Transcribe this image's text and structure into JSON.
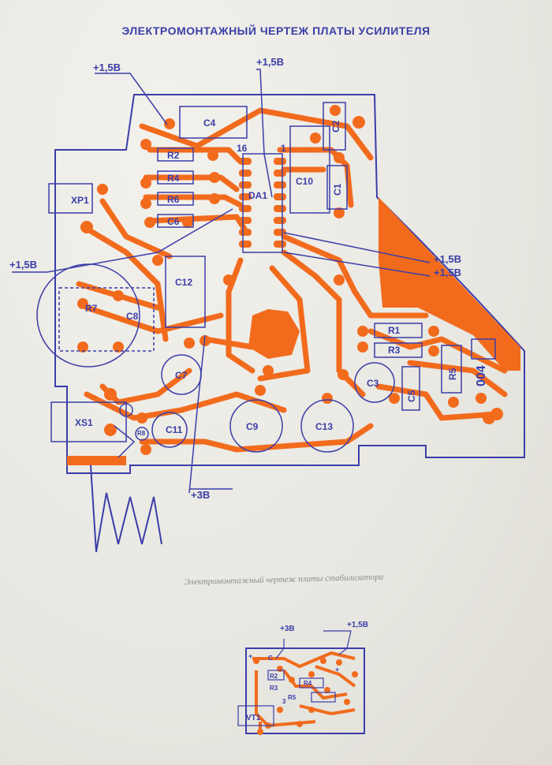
{
  "title": "ЭЛЕКТРОМОНТАЖНЫЙ ЧЕРТЕЖ ПЛАТЫ УСИЛИТЕЛЯ",
  "subtitle": "Электромонтажный чертеж платы стабилизатора",
  "colors": {
    "trace": "#f26b1d",
    "ink": "#3b3ea8",
    "paper": "#e9e8e2"
  },
  "amp_board": {
    "supply_labels": {
      "top_left": "+1,5В",
      "top_center": "+1,5В",
      "left": "+1,5В",
      "right_1": "+1,5В",
      "right_2": "+1,5В",
      "bottom": "+3В"
    },
    "components": {
      "c4": "C4",
      "c2": "C2",
      "c1": "C1",
      "c10": "C10",
      "c12": "C12",
      "c8": "C8",
      "c7": "C7",
      "c11": "C11",
      "c9": "C9",
      "c13": "C13",
      "c3": "C3",
      "c5": "C5",
      "c6": "C6",
      "r2": "R2",
      "r4": "R4",
      "r6": "R6",
      "r7": "R7",
      "r1": "R1",
      "r3": "R3",
      "r5": "R5",
      "xp1": "XP1",
      "xs1": "XS1",
      "da1": "DA1",
      "pin16": "16",
      "pin1": "1",
      "code": "004",
      "r8": "R8"
    }
  },
  "stab_board": {
    "labels": {
      "plus3": "+3В",
      "plus15": "+1,5В",
      "vt1": "VT1",
      "c": "C",
      "r2": "R2",
      "r3": "R3",
      "r4": "R4",
      "r5": "R5",
      "s": "3",
      "p1": "+",
      "p2": "+"
    }
  }
}
